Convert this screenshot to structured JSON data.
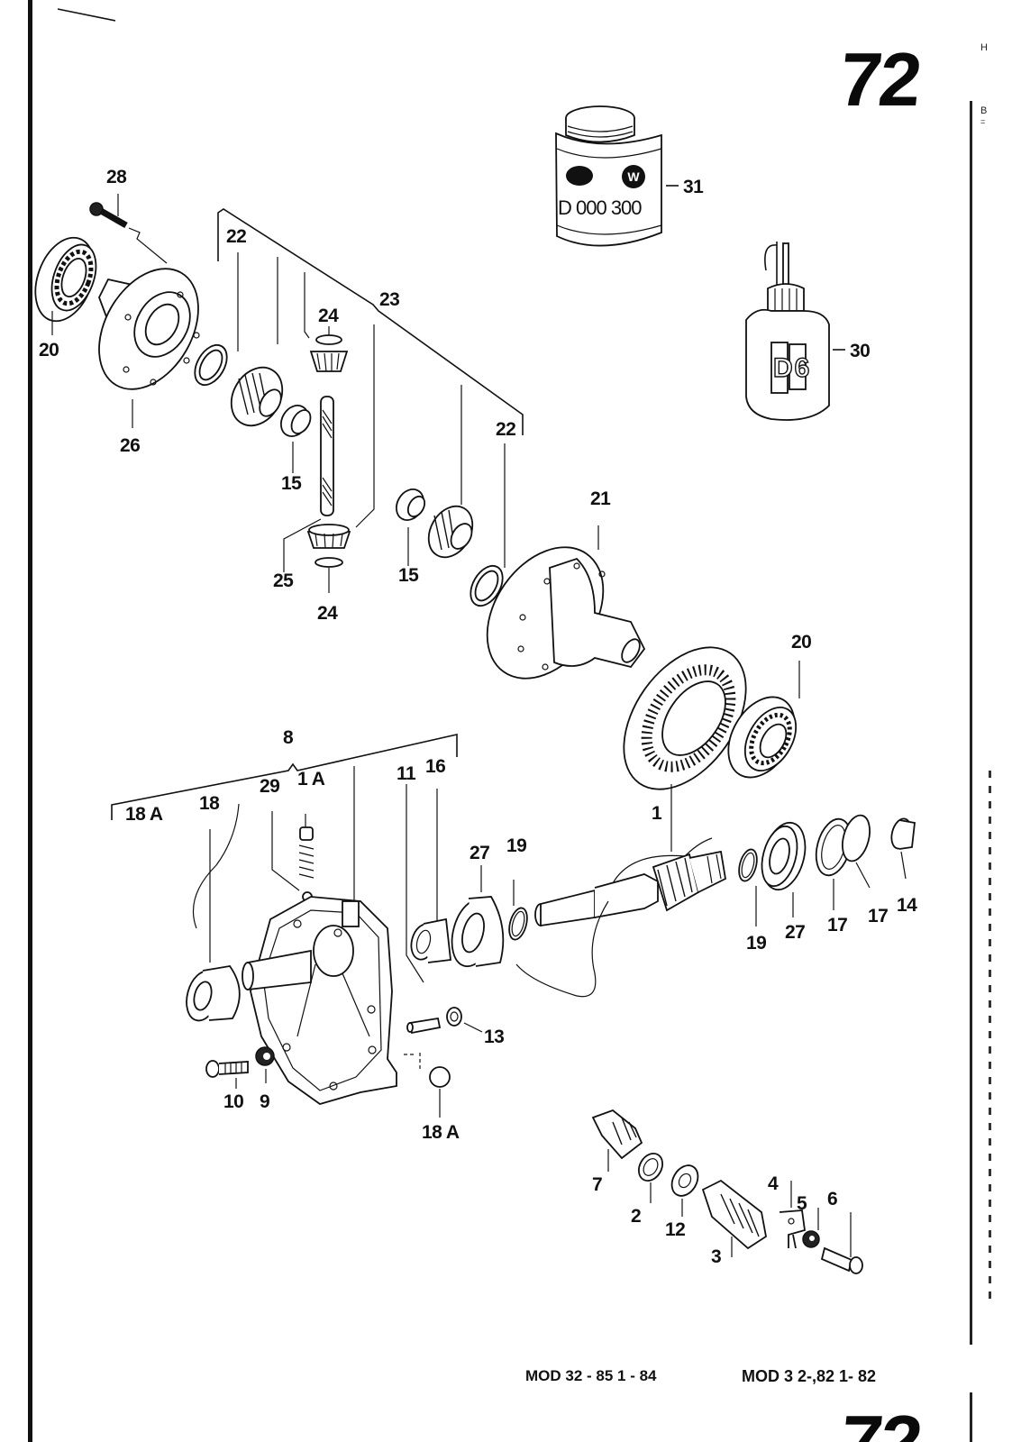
{
  "page": {
    "number": "72",
    "footer": {
      "left": "MOD 32 - 85   1 - 84",
      "right": "MOD 3 2-,82  1- 82"
    },
    "side_margin": {
      "top_letter": "H",
      "second_letter": "B",
      "second_mark": "="
    }
  },
  "products": {
    "can": {
      "code": "D 000 300",
      "label": "31"
    },
    "bottle": {
      "code": "D6",
      "label": "30"
    }
  },
  "callouts": [
    {
      "id": "c28",
      "text": "28"
    },
    {
      "id": "c22a",
      "text": "22"
    },
    {
      "id": "c23",
      "text": "23"
    },
    {
      "id": "c24a",
      "text": "24"
    },
    {
      "id": "c20a",
      "text": "20"
    },
    {
      "id": "c26",
      "text": "26"
    },
    {
      "id": "c15a",
      "text": "15"
    },
    {
      "id": "c22b",
      "text": "22"
    },
    {
      "id": "c25",
      "text": "25"
    },
    {
      "id": "c24b",
      "text": "24"
    },
    {
      "id": "c15b",
      "text": "15"
    },
    {
      "id": "c21",
      "text": "21"
    },
    {
      "id": "c20b",
      "text": "20"
    },
    {
      "id": "c8",
      "text": "8"
    },
    {
      "id": "c11",
      "text": "11"
    },
    {
      "id": "c16",
      "text": "16"
    },
    {
      "id": "c18A",
      "text": "18 A"
    },
    {
      "id": "c18",
      "text": "18"
    },
    {
      "id": "c29",
      "text": "29"
    },
    {
      "id": "c1A",
      "text": "1 A"
    },
    {
      "id": "c1",
      "text": "1"
    },
    {
      "id": "c27a",
      "text": "27"
    },
    {
      "id": "c19a",
      "text": "19"
    },
    {
      "id": "c19b",
      "text": "19"
    },
    {
      "id": "c27b",
      "text": "27"
    },
    {
      "id": "c17a",
      "text": "17"
    },
    {
      "id": "c17b",
      "text": "17"
    },
    {
      "id": "c14",
      "text": "14"
    },
    {
      "id": "c13",
      "text": "13"
    },
    {
      "id": "c10",
      "text": "10"
    },
    {
      "id": "c9",
      "text": "9"
    },
    {
      "id": "c18Ab",
      "text": "18 A"
    },
    {
      "id": "c7",
      "text": "7"
    },
    {
      "id": "c2",
      "text": "2"
    },
    {
      "id": "c12",
      "text": "12"
    },
    {
      "id": "c3",
      "text": "3"
    },
    {
      "id": "c4",
      "text": "4"
    },
    {
      "id": "c5",
      "text": "5"
    },
    {
      "id": "c6",
      "text": "6"
    }
  ]
}
